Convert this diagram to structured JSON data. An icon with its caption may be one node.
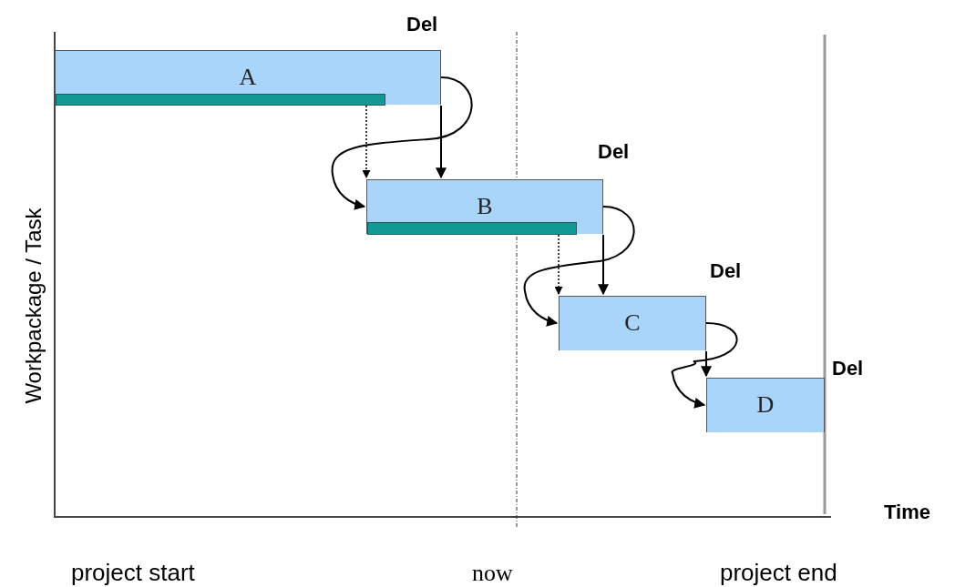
{
  "diagram": {
    "nodes": [
      {
        "text": [
          "A"
        ]
      },
      {
        "text": [],
        "shape": "bar",
        "in": 0
      },
      {
        "text": [
          "B"
        ]
      },
      {
        "text": [],
        "shape": "bar",
        "in": 2
      },
      {
        "text": [
          "C"
        ]
      },
      {
        "text": [
          "D"
        ]
      }
    ],
    "edges": [
      {
        "from": 0,
        "to": 2,
        "arrow": "to"
      },
      {
        "from": 0,
        "to": 2,
        "arrow": "to"
      },
      {
        "from": 1,
        "to": 2,
        "arrow": "to",
        "style": "dashed"
      },
      {
        "from": 2,
        "to": 4,
        "arrow": "to"
      },
      {
        "from": 2,
        "to": 4,
        "arrow": "to"
      },
      {
        "from": 3,
        "to": 4,
        "arrow": "to",
        "style": "dashed"
      },
      {
        "from": 4,
        "to": 5,
        "arrow": "to"
      },
      {
        "from": 4,
        "to": 5,
        "arrow": "to"
      }
    ],
    "labels": [
      "Del",
      "Del",
      "Del",
      "Del",
      "Workpackage / Task",
      "Time",
      "project start",
      "now",
      "project end"
    ]
  }
}
